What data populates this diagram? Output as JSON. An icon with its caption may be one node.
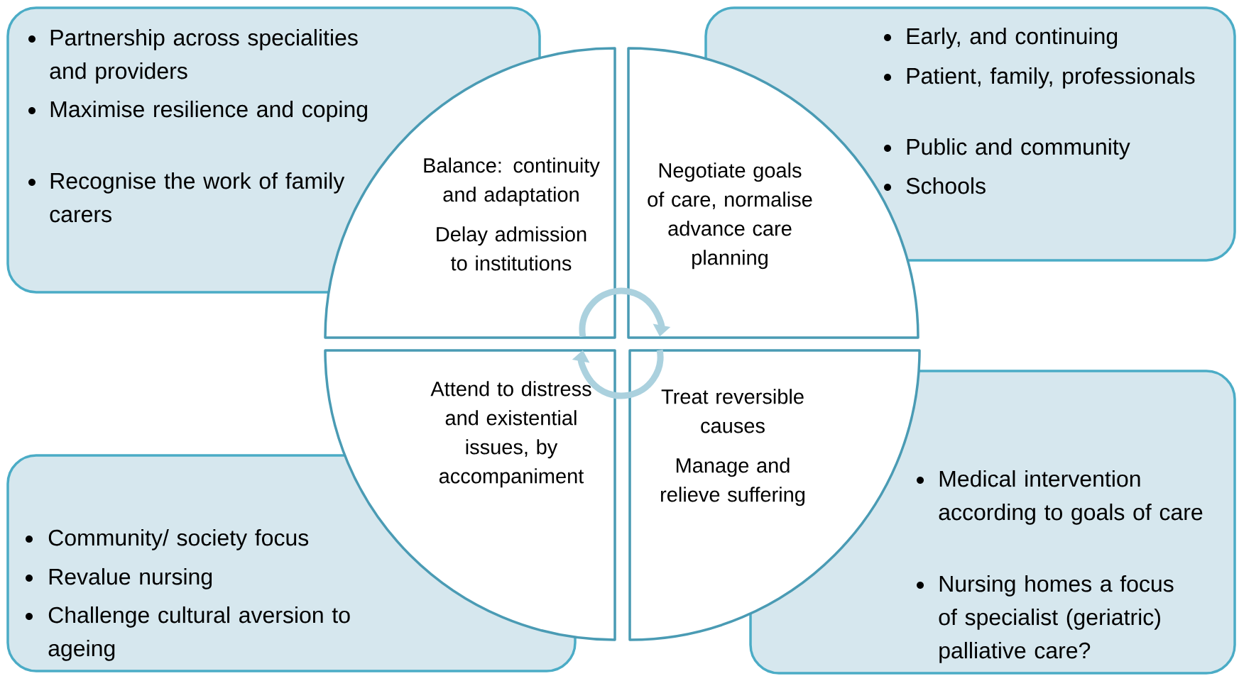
{
  "diagram": {
    "nodes": [
      {
        "text": [
          "Partnership across specialities and providers",
          "Maximise resilience and coping",
          "Recognise the work of family carers"
        ]
      },
      {
        "text": [
          "Early, and continuing",
          "Patient, family, professionals",
          "Public and community",
          "Schools"
        ]
      },
      {
        "text": [
          "Community/ society focus",
          "Revalue nursing",
          "Challenge cultural aversion to ageing"
        ]
      },
      {
        "text": [
          "Medical intervention according to goals of care",
          "Nursing homes a focus of specialist (geriatric) palliative care?"
        ]
      },
      {
        "text": [
          "Balance: continuity and adaptation",
          "Delay admission to institutions"
        ]
      },
      {
        "text": [
          "Negotiate goals of care, normalise advance care planning"
        ]
      },
      {
        "text": [
          "Attend to distress and existential issues, by accompaniment"
        ]
      },
      {
        "text": [
          "Treat reversible causes",
          "Manage and relieve suffering"
        ]
      }
    ],
    "edges": [
      {
        "from": 4,
        "to": 5,
        "arrow": "to"
      },
      {
        "from": 7,
        "to": 6,
        "arrow": "to"
      }
    ]
  }
}
